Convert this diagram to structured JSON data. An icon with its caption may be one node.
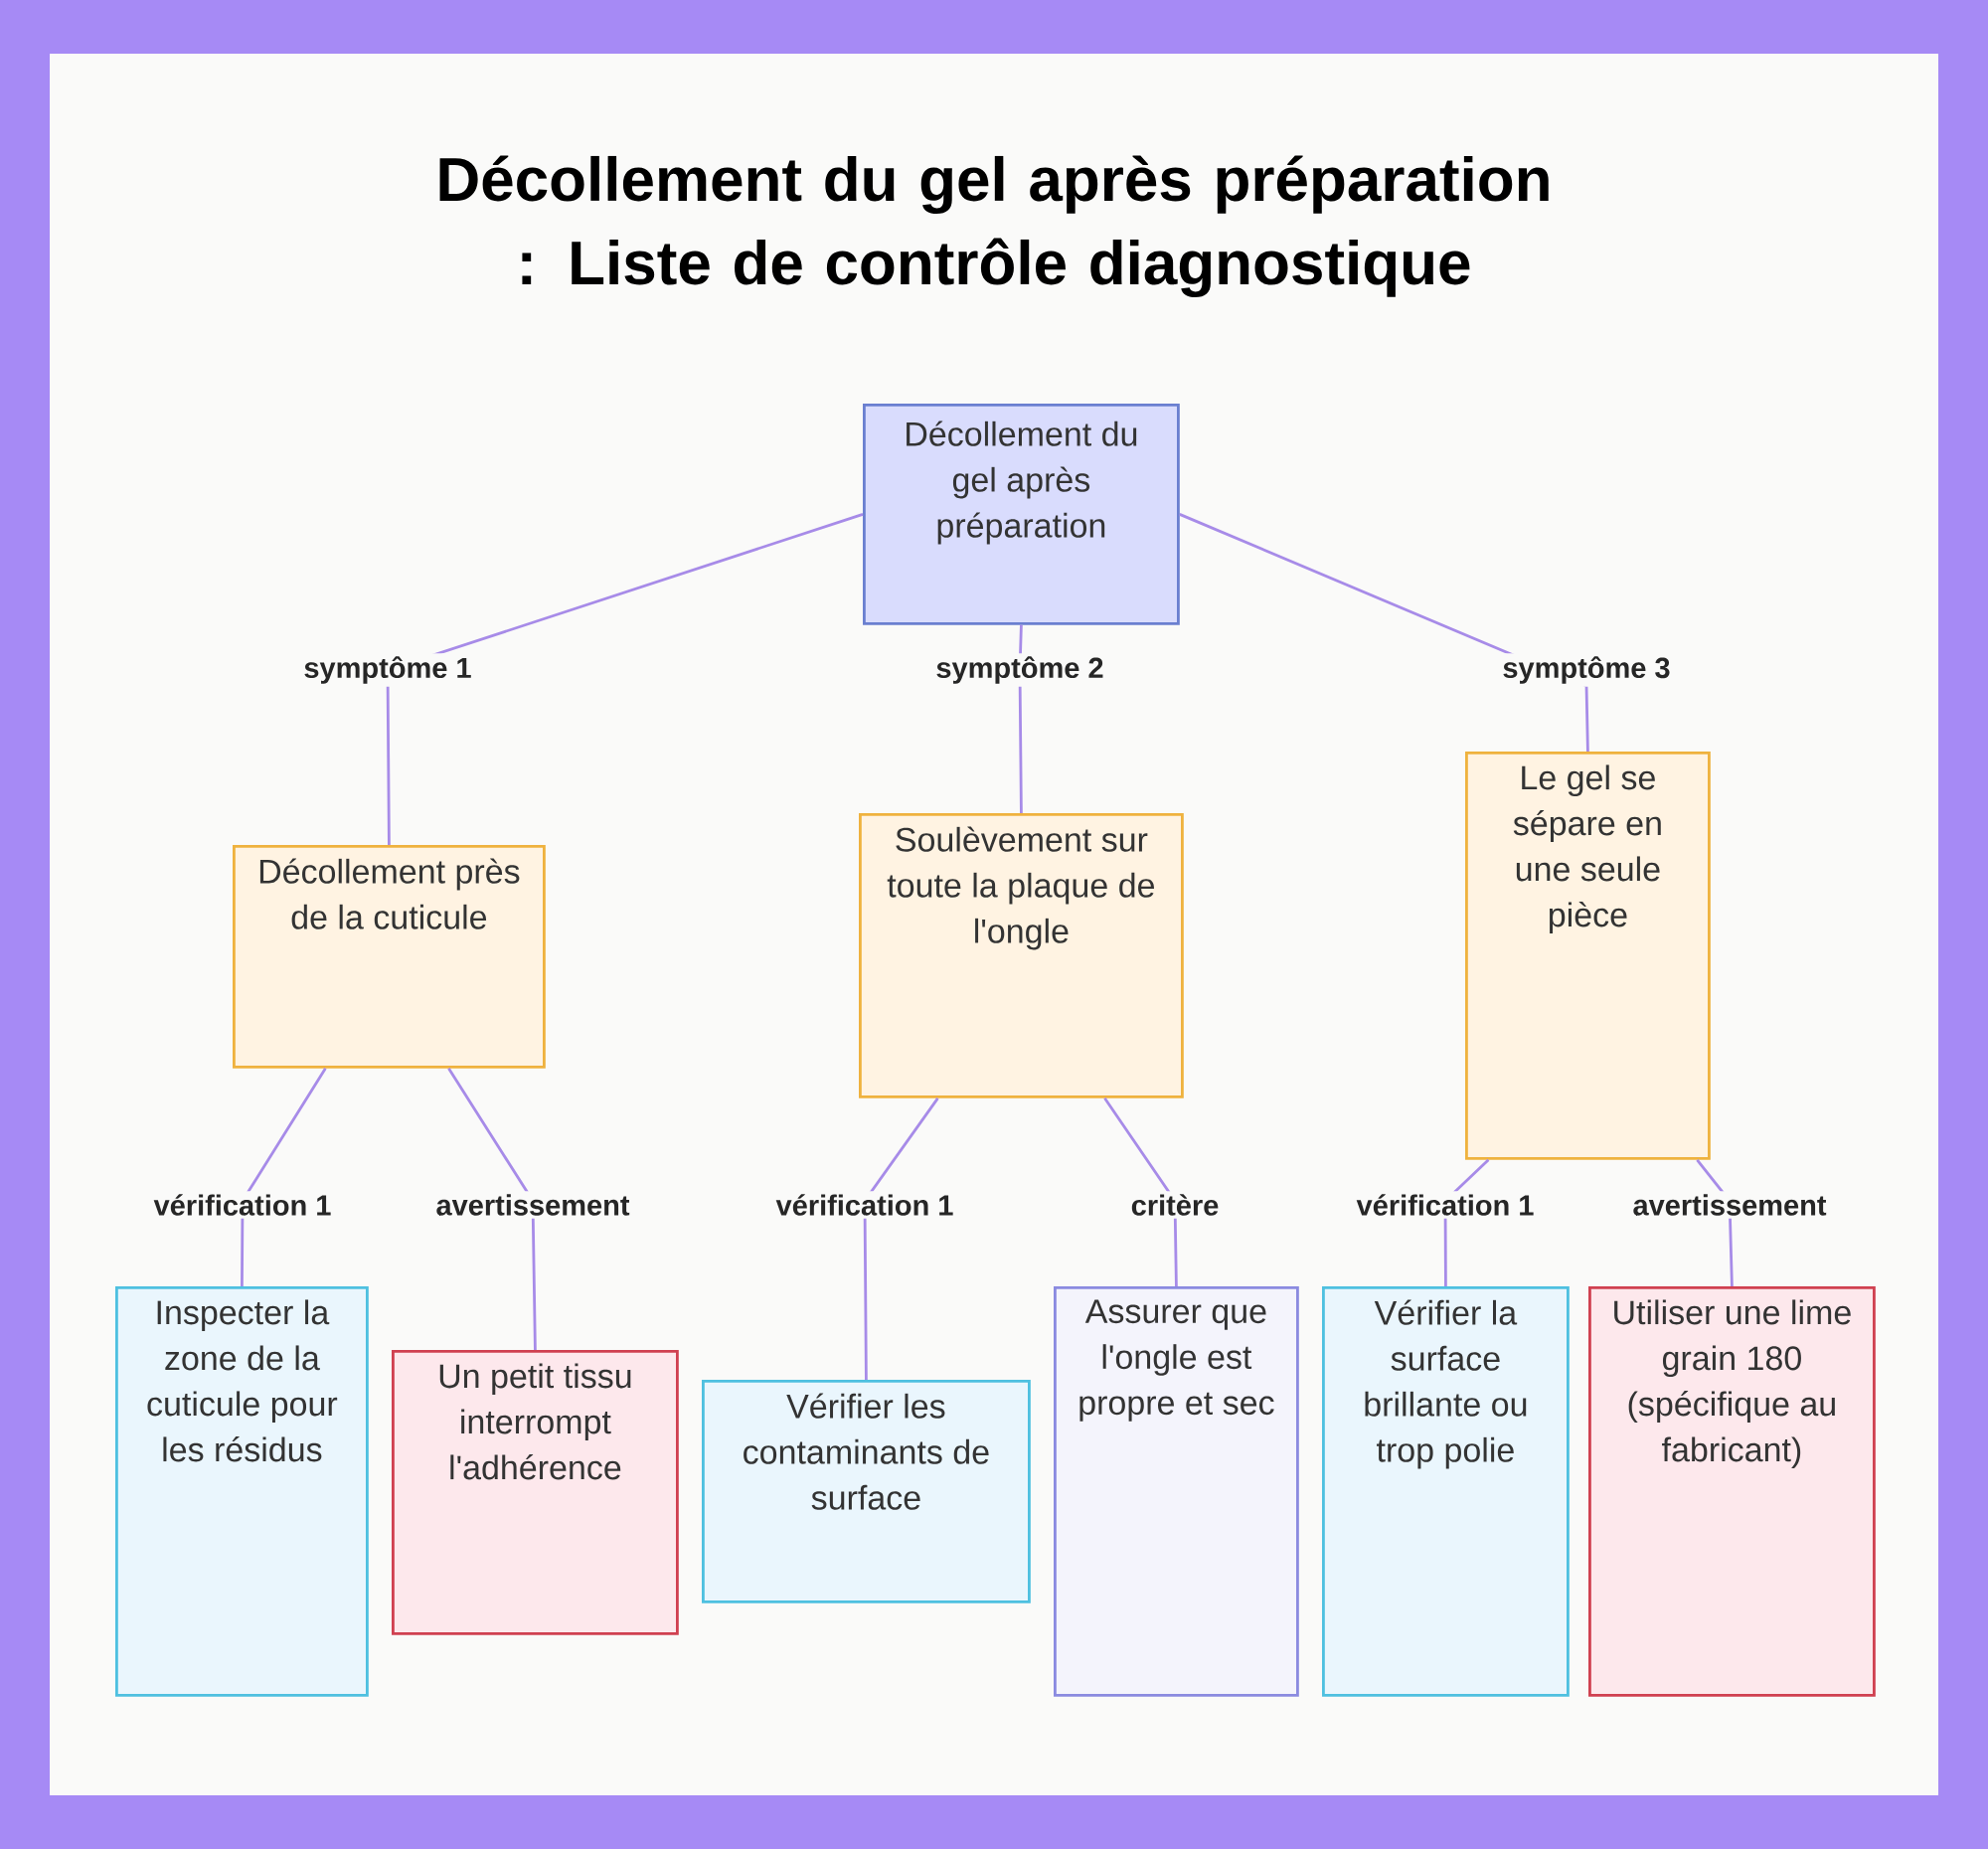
{
  "diagram": {
    "title": "Décollement du gel après préparation : Liste de contrôle diagnostique",
    "nodes": [
      {
        "text": [
          "Décollement du gel après préparation"
        ]
      },
      {
        "text": [
          "Décollement près de la cuticule"
        ]
      },
      {
        "text": [
          "Soulèvement sur toute la plaque de l'ongle"
        ]
      },
      {
        "text": [
          "Le gel se sépare en une seule pièce"
        ]
      },
      {
        "text": [
          "Inspecter la zone de la cuticule pour les résidus"
        ]
      },
      {
        "text": [
          "Un petit tissu interrompt l'adhérence"
        ]
      },
      {
        "text": [
          "Vérifier les contaminants de surface"
        ]
      },
      {
        "text": [
          "Assurer que l'ongle est propre et sec"
        ]
      },
      {
        "text": [
          "Vérifier la surface brillante ou trop polie"
        ]
      },
      {
        "text": [
          "Utiliser une lime grain 180 (spécifique au fabricant)"
        ]
      }
    ],
    "edges": [
      {
        "from": 0,
        "to": 1,
        "arrow": "none",
        "label": "symptôme 1"
      },
      {
        "from": 0,
        "to": 2,
        "arrow": "none",
        "label": "symptôme 2"
      },
      {
        "from": 0,
        "to": 3,
        "arrow": "none",
        "label": "symptôme 3"
      },
      {
        "from": 1,
        "to": 4,
        "arrow": "none",
        "label": "vérification 1"
      },
      {
        "from": 1,
        "to": 5,
        "arrow": "none",
        "label": "avertissement"
      },
      {
        "from": 2,
        "to": 6,
        "arrow": "none",
        "label": "vérification 1"
      },
      {
        "from": 2,
        "to": 7,
        "arrow": "none",
        "label": "critère"
      },
      {
        "from": 3,
        "to": 8,
        "arrow": "none",
        "label": "vérification 1"
      },
      {
        "from": 3,
        "to": 9,
        "arrow": "none",
        "label": "avertissement"
      }
    ]
  }
}
